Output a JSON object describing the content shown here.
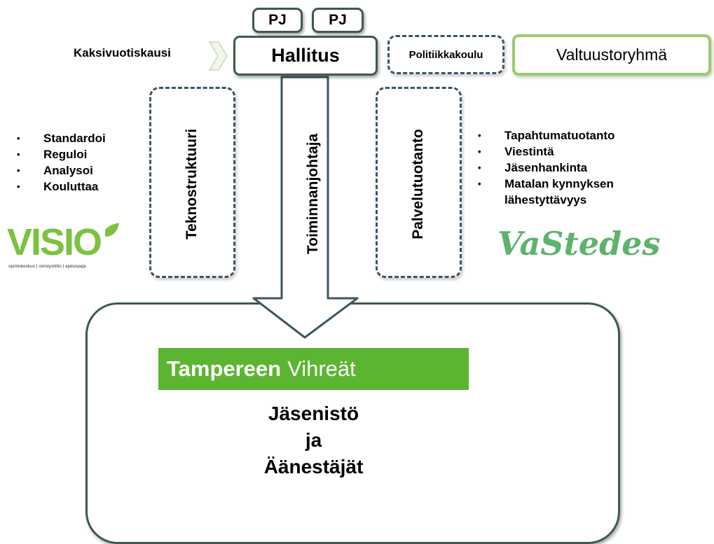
{
  "top": {
    "pj_left": "PJ",
    "pj_right": "PJ",
    "kaksivuotiskausi": "Kaksivuotiskausi",
    "hallitus": "Hallitus",
    "politiikkakoulu": "Politiikkakoulu",
    "valtuustoryhma": "Valtuustoryhmä"
  },
  "left": {
    "vertical_label": "Teknostruktuuri",
    "bullets": [
      "Standardoi",
      "Reguloi",
      "Analysoi",
      "Kouluttaa"
    ],
    "logo": {
      "text": "VISIO",
      "subtext": "opintokeskus | sivistysliitto | ajatuspaja",
      "color": "#7cc242"
    }
  },
  "center": {
    "arrow_label": "Toiminnanjohtaja"
  },
  "right": {
    "vertical_label": "Palvelutuotanto",
    "bullets": [
      "Tapahtumatuotanto",
      "Viestintä",
      "Jäsenhankinta",
      "Matalan kynnyksen lähestyttävyys"
    ],
    "logo": {
      "text": "VaStedes",
      "color": "#5db36d"
    }
  },
  "bottom": {
    "banner_bold": "Tampereen",
    "banner_light": "Vihreät",
    "banner_color": "#5cb531",
    "line1": "Jäsenistö",
    "line2": "ja",
    "line3": "Äänestäjät"
  }
}
